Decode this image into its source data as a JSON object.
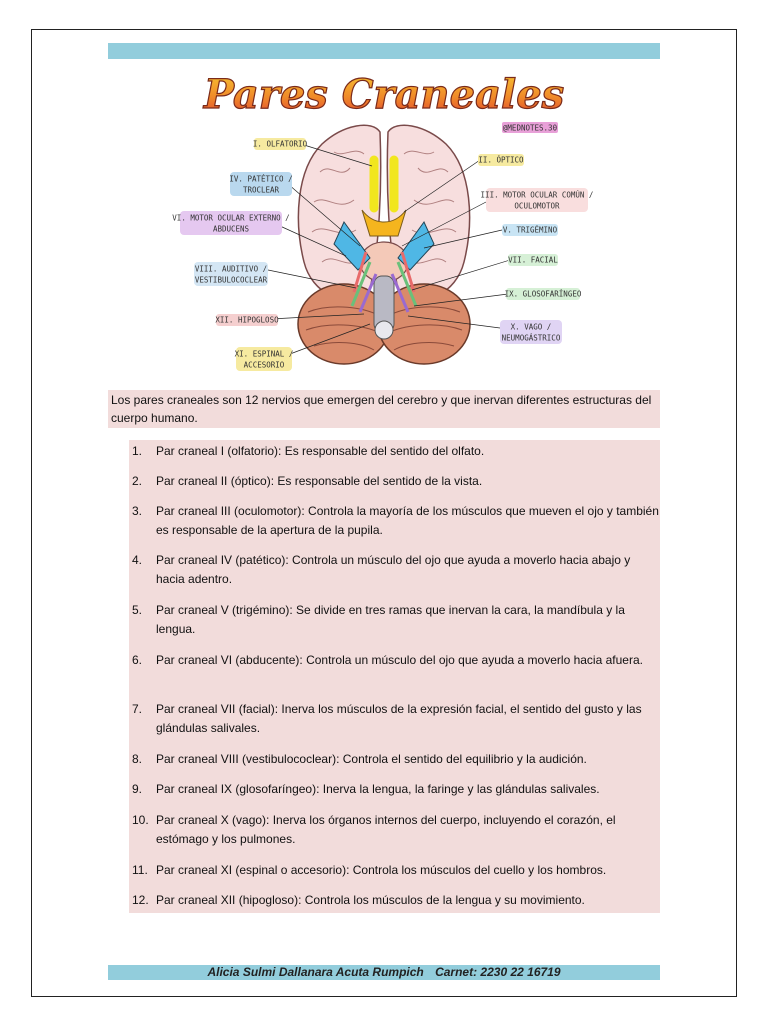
{
  "figure": {
    "title": "Pares Craneales",
    "handle": "@MEDNOTES.30",
    "labels": {
      "olfatorio": "I. OLFATORIO",
      "optico": "II. ÓPTICO",
      "patetico_1": "IV. PATÉTICO /",
      "patetico_2": "TROCLEAR",
      "motor_ocular_comun_1": "III. MOTOR OCULAR COMÚN /",
      "motor_ocular_comun_2": "OCULOMOTOR",
      "motor_ocular_externo_1": "VI. MOTOR OCULAR EXTERNO /",
      "motor_ocular_externo_2": "ABDUCENS",
      "trigemino": "V. TRIGÉMINO",
      "facial": "VII. FACIAL",
      "auditivo_1": "VIII. AUDITIVO /",
      "auditivo_2": "VESTIBULOCOCLEAR",
      "glosofaringeo": "IX. GLOSOFARÍNGEO",
      "hipogloso": "XII. HIPOGLOSO",
      "vago_1": "X. VAGO /",
      "vago_2": "NEUMOGÁSTRICO",
      "espinal_1": "XI. ESPINAL /",
      "espinal_2": "ACCESORIO"
    }
  },
  "intro": "Los pares craneales son 12 nervios que emergen del cerebro y que inervan diferentes estructuras del cuerpo humano.",
  "items": [
    {
      "num": "1.",
      "text": "Par craneal I (olfatorio): Es responsable del sentido del olfato."
    },
    {
      "num": "2.",
      "text": "Par craneal II (óptico): Es responsable del sentido de la vista."
    },
    {
      "num": "3.",
      "text": "Par craneal III (oculomotor): Controla la mayoría de los músculos que mueven el ojo y también es responsable de la apertura de la pupila."
    },
    {
      "num": "4.",
      "text": "Par craneal IV (patético): Controla un músculo del ojo que ayuda a moverlo hacia abajo y hacia adentro."
    },
    {
      "num": "5.",
      "text": "Par craneal V (trigémino): Se divide en tres ramas que inervan la cara, la mandíbula y la lengua."
    },
    {
      "num": "6.",
      "text": "Par craneal VI (abducente): Controla un músculo del ojo que ayuda a moverlo hacia afuera."
    },
    {
      "num": "7.",
      "text": "Par craneal VII (facial): Inerva los músculos de la expresión facial, el sentido del gusto y las glándulas salivales."
    },
    {
      "num": "8.",
      "text": "Par craneal VIII (vestibulococlear): Controla el sentido del equilibrio y la audición."
    },
    {
      "num": "9.",
      "text": "Par craneal IX (glosofaríngeo): Inerva la lengua, la faringe y las glándulas salivales."
    },
    {
      "num": "10.",
      "text": "Par craneal X (vago): Inerva los órganos internos del cuerpo, incluyendo el corazón, el estómago y los pulmones."
    },
    {
      "num": "11.",
      "text": "Par craneal XI (espinal o accesorio): Controla los músculos del cuello y los hombros."
    },
    {
      "num": "12.",
      "text": "Par craneal XII (hipogloso): Controla los músculos de la lengua y su movimiento."
    }
  ],
  "footer": {
    "author": "Alicia Sulmi Dallanara Acuta Rumpich",
    "carnet": "Carnet: 2230 22 16719"
  },
  "colors": {
    "bar": "#92cddc",
    "box": "#f2dcdb"
  }
}
